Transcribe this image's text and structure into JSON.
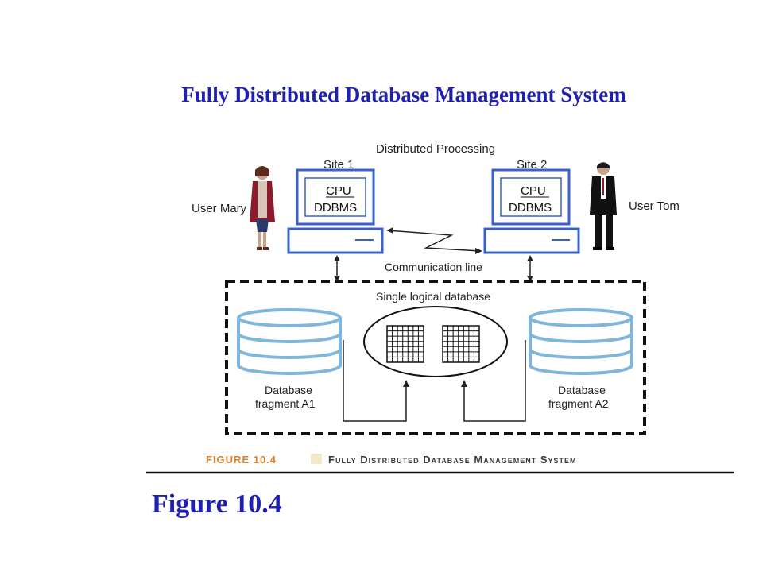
{
  "slide": {
    "title": "Fully Distributed Database Management System",
    "figure_label": "Figure 10.4"
  },
  "diagram": {
    "heading": "Distributed Processing",
    "site1": {
      "label": "Site 1",
      "cpu": "CPU",
      "dbms": "DDBMS"
    },
    "site2": {
      "label": "Site 2",
      "cpu": "CPU",
      "dbms": "DDBMS"
    },
    "user_left": "User Mary",
    "user_right": "User Tom",
    "communication_line": "Communication line",
    "logical_db": "Single logical database",
    "fragment1": {
      "line1": "Database",
      "line2": "fragment A1"
    },
    "fragment2": {
      "line1": "Database",
      "line2": "fragment A2"
    },
    "caption_number": "FIGURE 10.4",
    "caption_title": "Fully Distributed Database Management System",
    "colors": {
      "title_blue": "#1f1fb0",
      "monitor_blue": "#3a63c7",
      "cylinder_blue": "#7fb6d9",
      "caption_orange": "#d9822b",
      "caption_gray": "#3a3a3a"
    },
    "icons": [
      "woman-user-icon",
      "man-user-icon",
      "grid-table-icon"
    ]
  }
}
